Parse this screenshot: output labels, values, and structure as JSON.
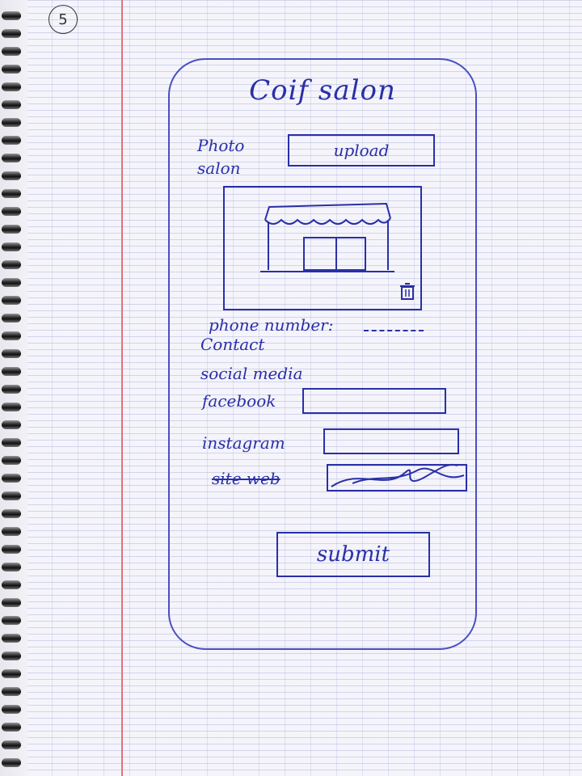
{
  "page_number": "5",
  "title": "Coif salon",
  "photo_label": "Photo salon",
  "upload_label": "upload",
  "contact_label": "Contact",
  "phone_label": "phone number:",
  "social_heading": "social media",
  "fields": {
    "facebook": "facebook",
    "instagram": "instagram",
    "website": "site web"
  },
  "submit_label": "submit",
  "icons": {
    "trash": "trash-icon",
    "shop": "shop-icon"
  },
  "colors": {
    "ink": "#2a2fa8",
    "margin": "#e6707a",
    "grid": "#7882c8"
  }
}
